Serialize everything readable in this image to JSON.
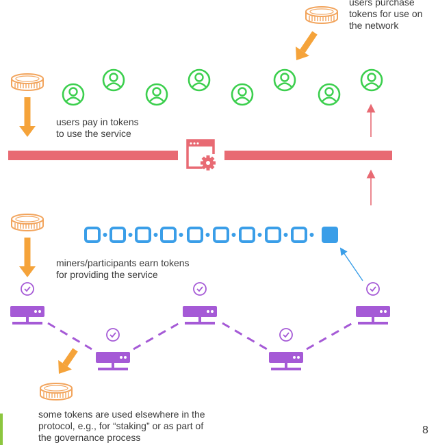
{
  "colors": {
    "token_gold": "#f2a45c",
    "arrow_orange": "#f5a33a",
    "user_green": "#3ccf4e",
    "service_bar": "#e86a73",
    "block_blue": "#3a9ee8",
    "node_purple": "#a55ad6",
    "thin_arrow_blue": "#3a9ee8",
    "accent_green_bar": "#8cc63f"
  },
  "icons": {
    "token": "coin-stack-icon",
    "user": "user-circle-icon",
    "service": "browser-gear-icon",
    "node": "server-node-icon",
    "check": "check-circle-icon"
  },
  "labels": {
    "users_purchase": [
      "users purchase",
      "tokens for use on",
      "the network"
    ],
    "users_pay": [
      "users pay in tokens",
      "to use the service"
    ],
    "miners_earn": [
      "miners/participants earn tokens",
      "for providing the service"
    ],
    "tokens_elsewhere": [
      "some tokens are used elsewhere in the",
      "protocol, e.g., for “staking” or as part of",
      "the governance process"
    ]
  },
  "page_number": "8"
}
